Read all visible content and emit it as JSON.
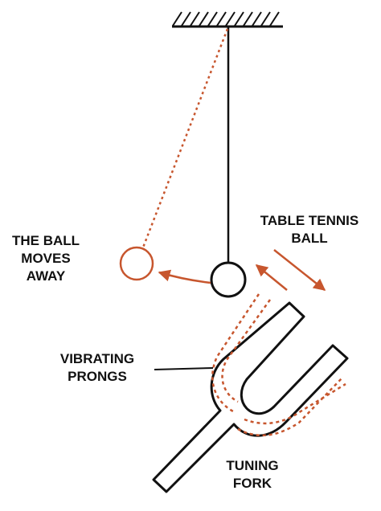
{
  "labels": {
    "ball_moves_away": [
      "THE BALL",
      "MOVES",
      "AWAY"
    ],
    "table_tennis_ball": [
      "TABLE TENNIS",
      "BALL"
    ],
    "vibrating_prongs": [
      "VIBRATING",
      "PRONGS"
    ],
    "tuning_fork": [
      "TUNING",
      "FORK"
    ]
  },
  "colors": {
    "ink": "#111111",
    "accent": "#c7562e",
    "background": "#ffffff"
  }
}
